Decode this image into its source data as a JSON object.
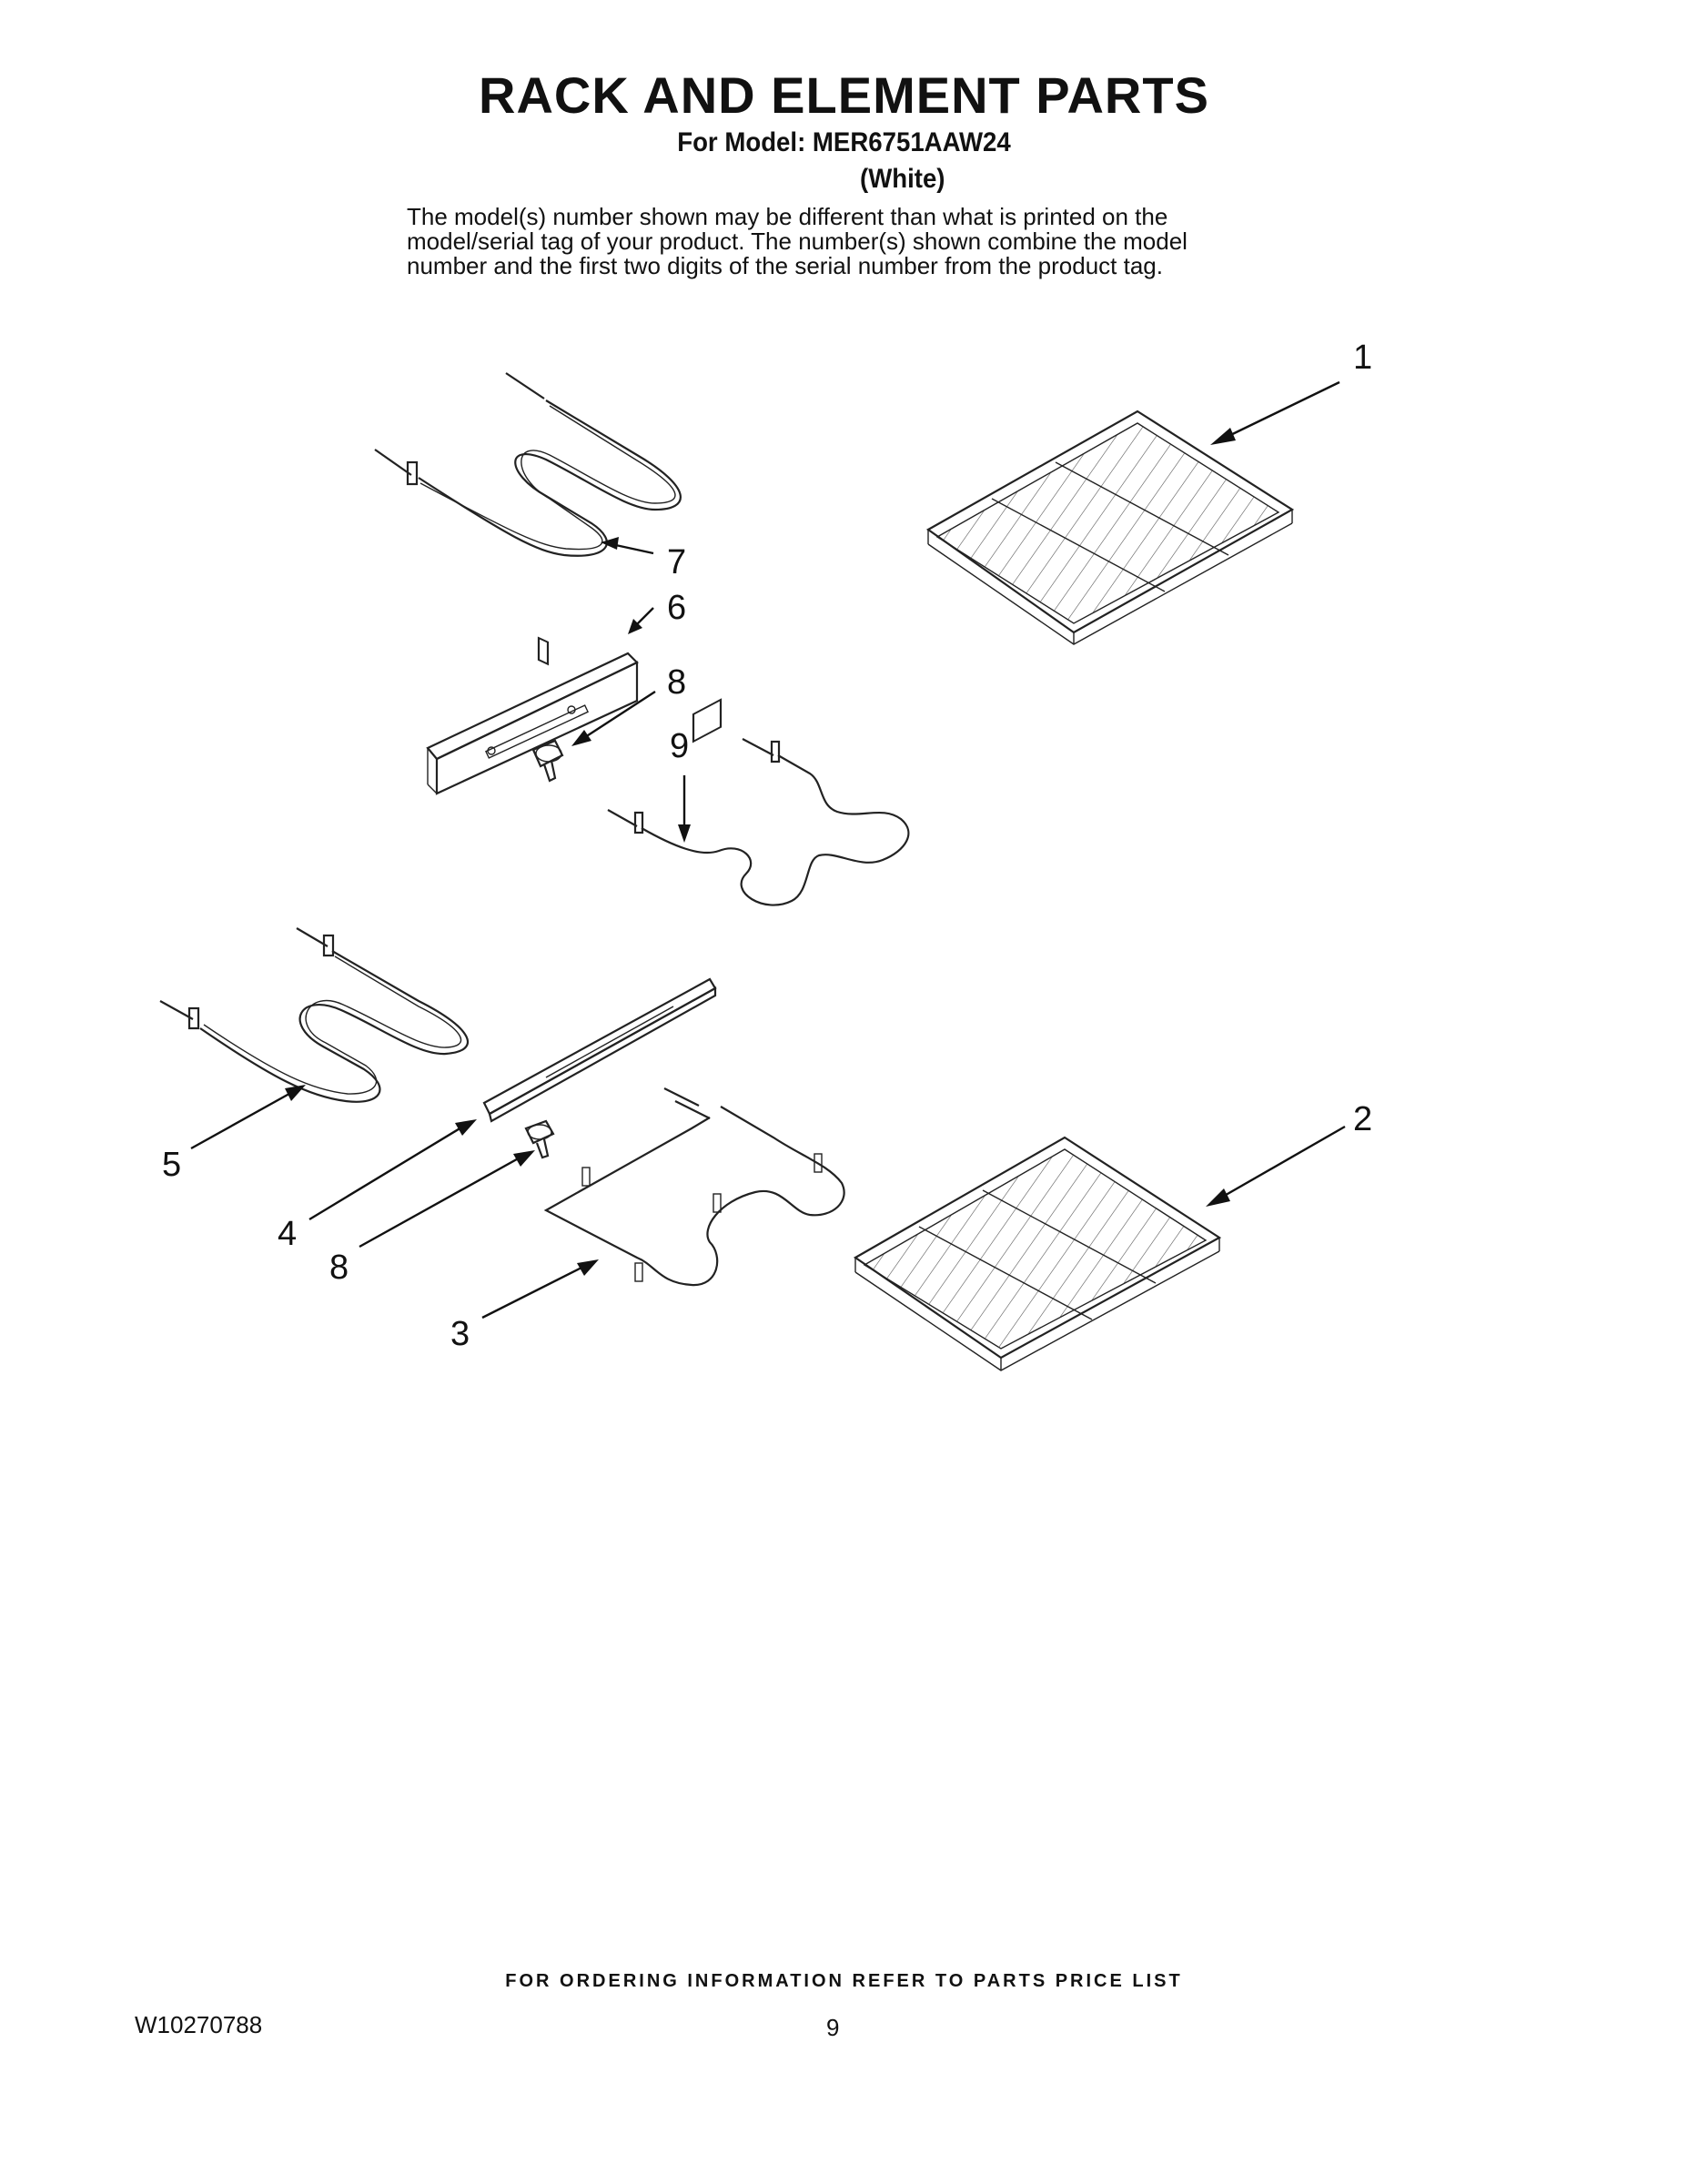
{
  "header": {
    "title": "RACK AND ELEMENT PARTS",
    "model_line": "For Model: MER6751AAW24",
    "color_line": "(White)",
    "note_lines": [
      "The model(s) number shown may be different than what is printed on the",
      "model/serial tag of your product. The number(s) shown combine the model",
      "number and the first two digits of the serial number from the product tag."
    ]
  },
  "callouts": {
    "c1": "1",
    "c2": "2",
    "c3": "3",
    "c4": "4",
    "c5": "5",
    "c6": "6",
    "c7": "7",
    "c8a": "8",
    "c8b": "8",
    "c9": "9"
  },
  "footer": {
    "ordering": "FOR ORDERING INFORMATION REFER TO PARTS PRICE LIST",
    "doc_number": "W10270788",
    "page_number": "9"
  }
}
